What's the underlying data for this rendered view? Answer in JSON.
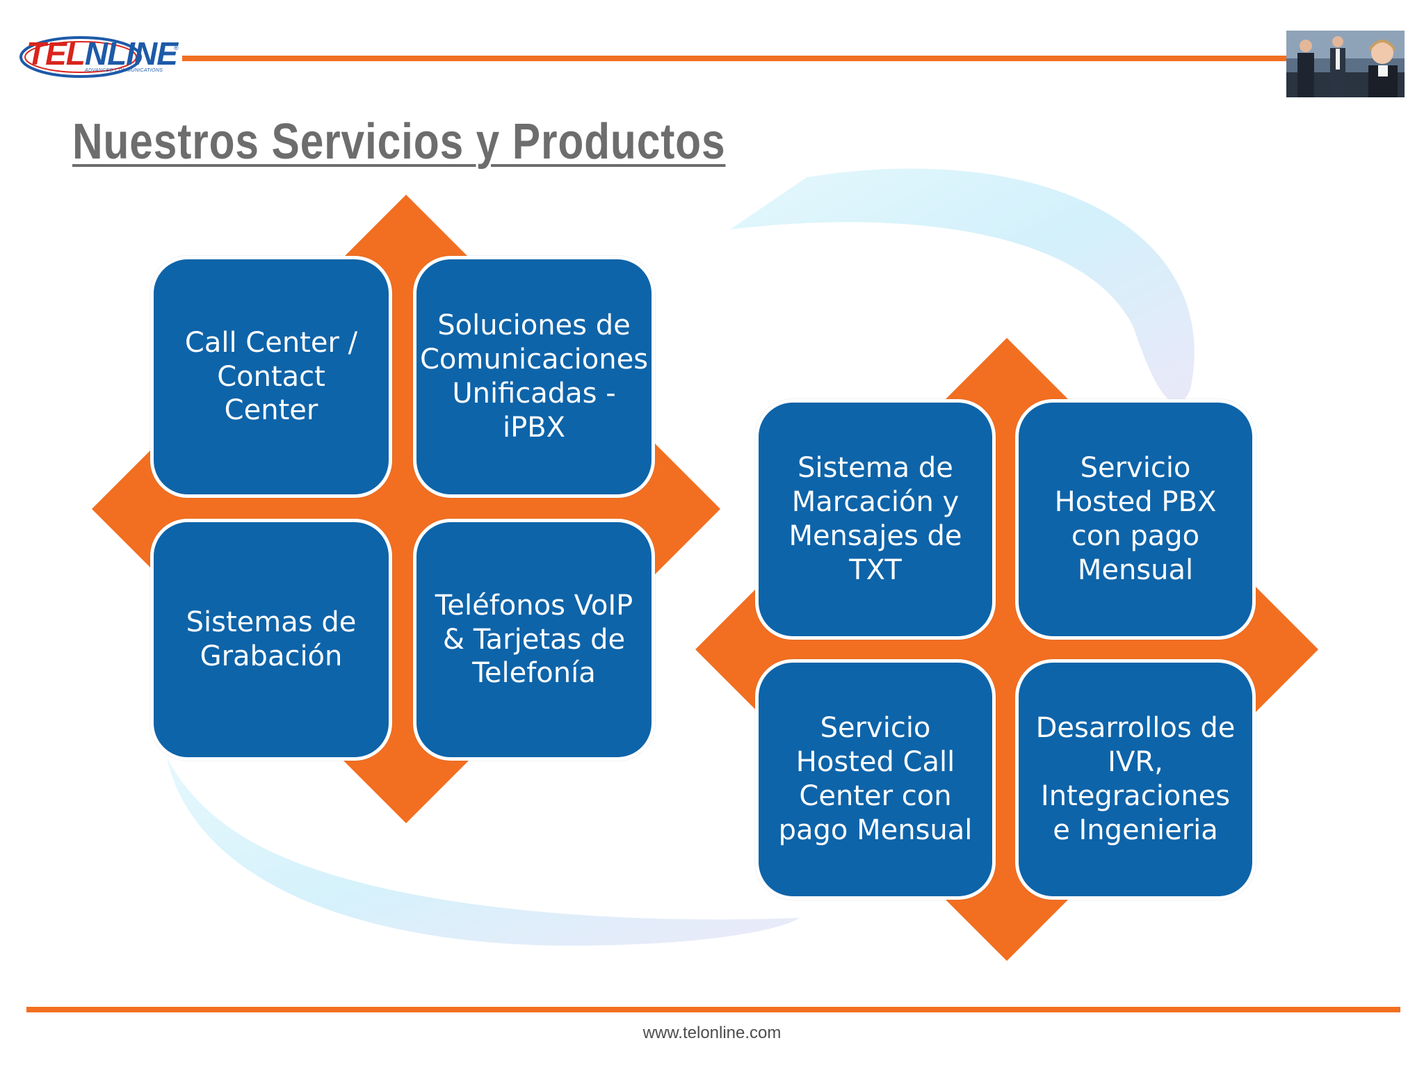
{
  "header": {
    "logo": {
      "brand_a": "TEL",
      "brand_b": "NLINE",
      "registered": "®",
      "tagline": "ADVANCED COMMUNICATIONS"
    },
    "photo_alt": "business-people-photo"
  },
  "slide": {
    "title": "Nuestros Servicios y Productos",
    "group_left": {
      "tiles": [
        "Call Center / Contact Center",
        "Soluciones de Comunicaciones Unificadas - iPBX",
        "Sistemas de Grabación",
        "Teléfonos VoIP & Tarjetas de Telefonía"
      ]
    },
    "group_right": {
      "tiles": [
        "Sistema de Marcación y Mensajes de TXT",
        "Servicio Hosted PBX con pago Mensual",
        "Servicio Hosted Call Center con pago Mensual",
        "Desarrollos de IVR, Integraciones e Ingenieria"
      ]
    }
  },
  "footer": {
    "url": "www.telonline.com"
  },
  "colors": {
    "accent": "#f26f21",
    "tile": "#0e64a9",
    "title": "#6d6d6d",
    "swirl": "#d6f1fb"
  }
}
